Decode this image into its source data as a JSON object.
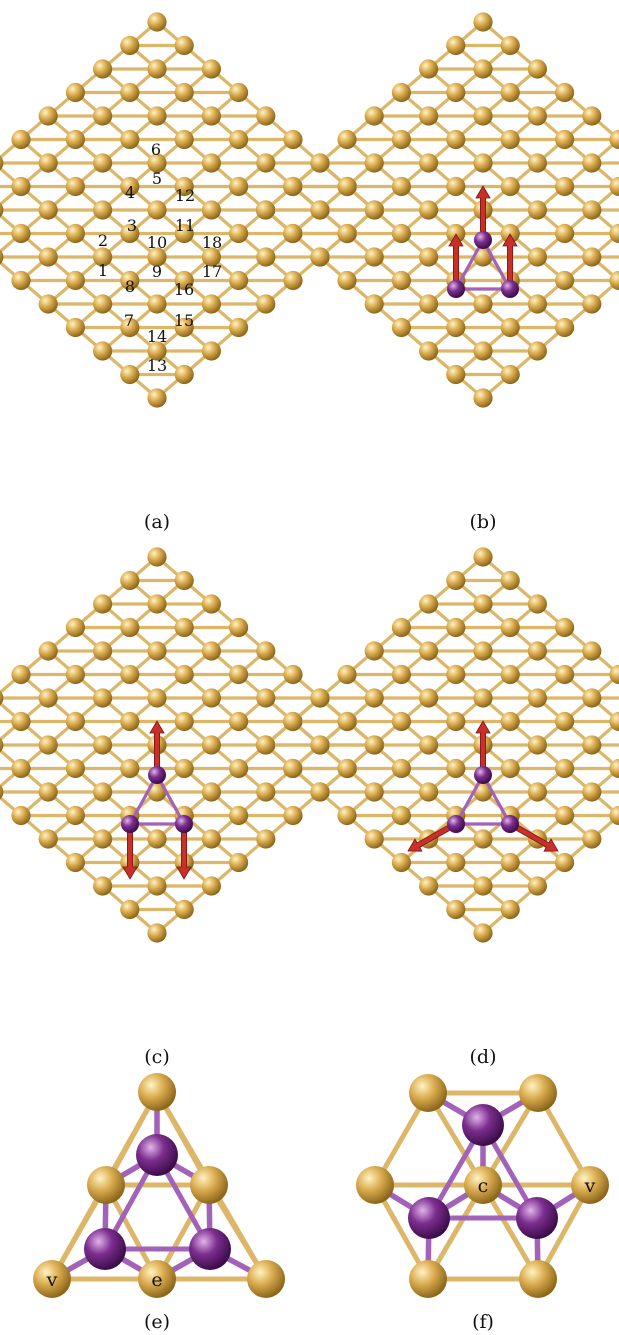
{
  "panels": [
    {
      "id": "a",
      "caption": "(a)",
      "site_labels": [
        "1",
        "2",
        "3",
        "4",
        "5",
        "6",
        "7",
        "8",
        "9",
        "10",
        "11",
        "12",
        "13",
        "14",
        "15",
        "16",
        "17",
        "18"
      ]
    },
    {
      "id": "b",
      "caption": "(b)",
      "arrows": "three-up"
    },
    {
      "id": "c",
      "caption": "(c)",
      "arrows": "one-up-two-down"
    },
    {
      "id": "d",
      "caption": "(d)",
      "arrows": "radial-out"
    },
    {
      "id": "e",
      "caption": "(e)",
      "vertex_label": "v",
      "edge_label": "e"
    },
    {
      "id": "f",
      "caption": "(f)",
      "center_label": "c",
      "vertex_label": "v"
    }
  ],
  "colors": {
    "gold_atom": "#d8aa4c",
    "gold_bond": "#dcb669",
    "purple_atom": "#7a2d8c",
    "purple_bond": "#a262b8",
    "arrow": "#c8302a"
  }
}
